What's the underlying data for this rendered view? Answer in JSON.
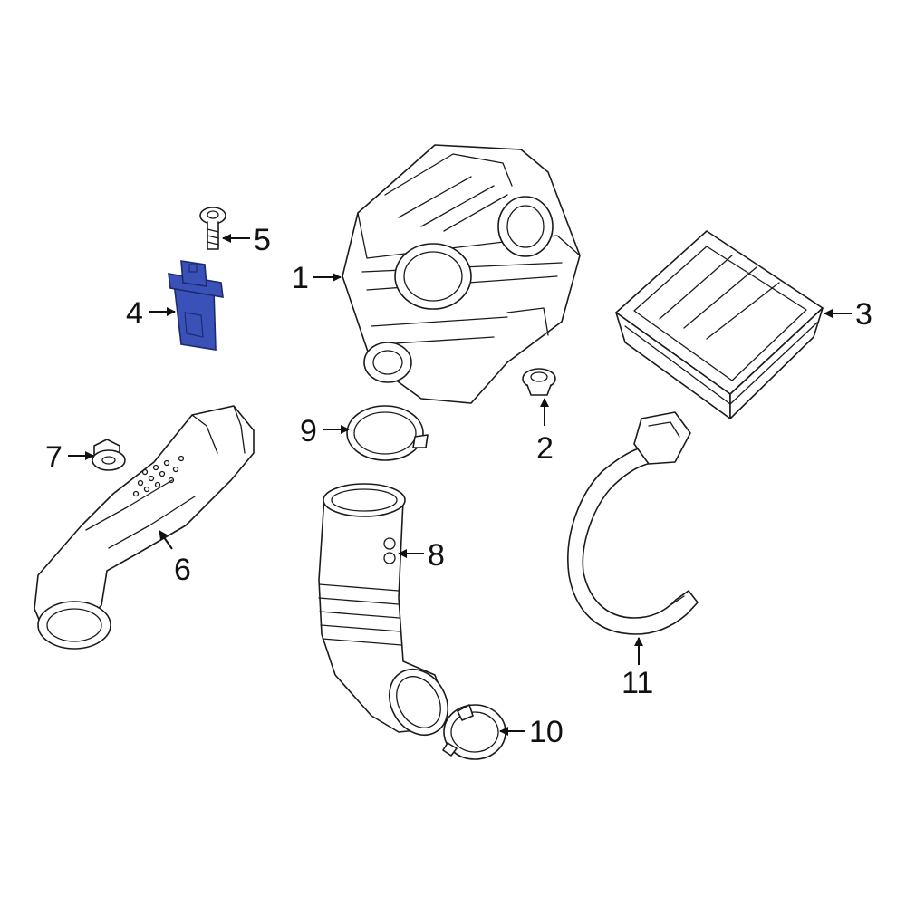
{
  "colors": {
    "background": "#ffffff",
    "line": "#1a1a1a",
    "highlight_fill": "#3a52b8",
    "highlight_stroke": "#1c2a70"
  },
  "callouts": [
    "1",
    "2",
    "3",
    "4",
    "5",
    "6",
    "7",
    "8",
    "9",
    "10",
    "11"
  ],
  "highlighted_callout": "4"
}
